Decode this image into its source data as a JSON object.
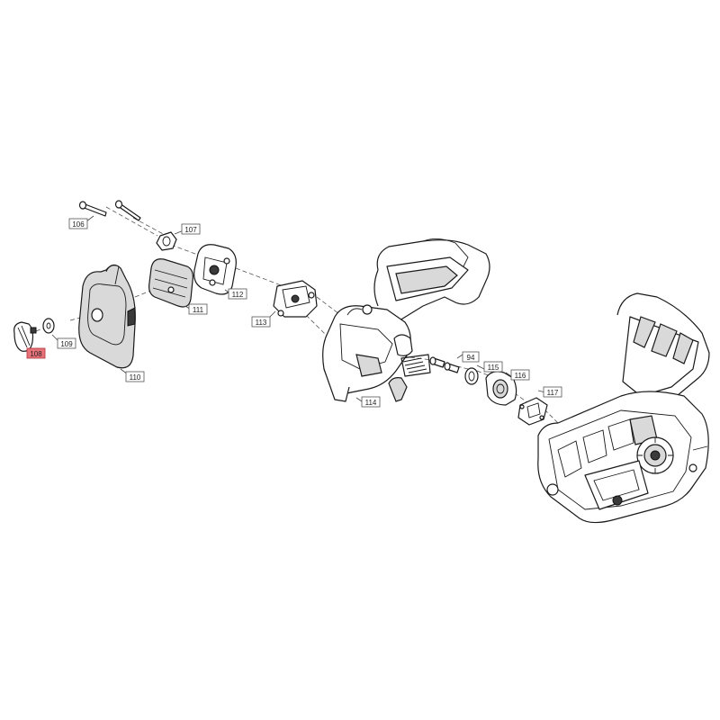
{
  "diagram": {
    "highlight_color": "#e8727a",
    "callouts": [
      {
        "id": "c106",
        "label": "106",
        "highlighted": false
      },
      {
        "id": "c107",
        "label": "107",
        "highlighted": false
      },
      {
        "id": "c108",
        "label": "108",
        "highlighted": true
      },
      {
        "id": "c109",
        "label": "109",
        "highlighted": false
      },
      {
        "id": "c110",
        "label": "110",
        "highlighted": false
      },
      {
        "id": "c111",
        "label": "111",
        "highlighted": false
      },
      {
        "id": "c112",
        "label": "112",
        "highlighted": false
      },
      {
        "id": "c113",
        "label": "113",
        "highlighted": false
      },
      {
        "id": "c114",
        "label": "114",
        "highlighted": false
      },
      {
        "id": "c94",
        "label": "94",
        "highlighted": false
      },
      {
        "id": "c115",
        "label": "115",
        "highlighted": false
      },
      {
        "id": "c116",
        "label": "116",
        "highlighted": false
      },
      {
        "id": "c117",
        "label": "117",
        "highlighted": false
      }
    ]
  }
}
